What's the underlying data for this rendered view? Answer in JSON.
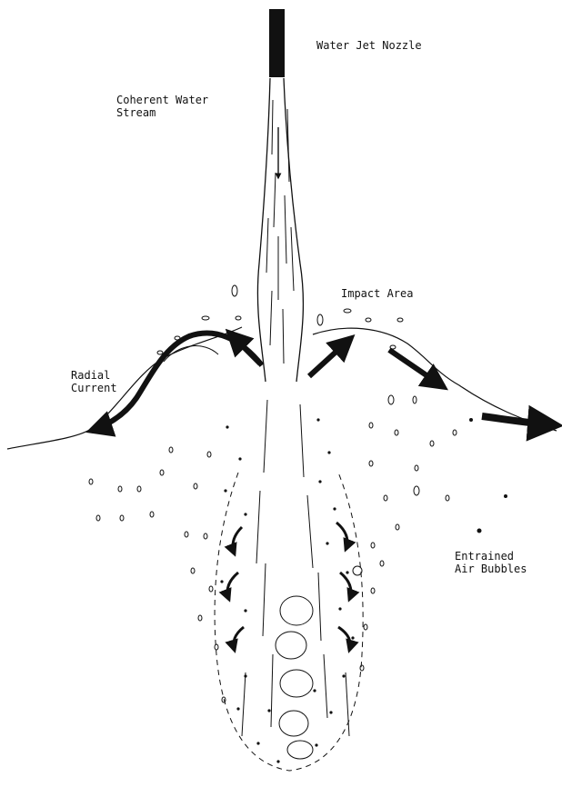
{
  "labels": {
    "nozzle": "Water Jet Nozzle",
    "stream_line1": "Coherent Water",
    "stream_line2": "Stream",
    "impact": "Impact Area",
    "radial_line1": "Radial",
    "radial_line2": "Current",
    "bubbles_line1": "Entrained",
    "bubbles_line2": "Air Bubbles"
  },
  "colors": {
    "ink": "#111111",
    "background": "#ffffff"
  }
}
